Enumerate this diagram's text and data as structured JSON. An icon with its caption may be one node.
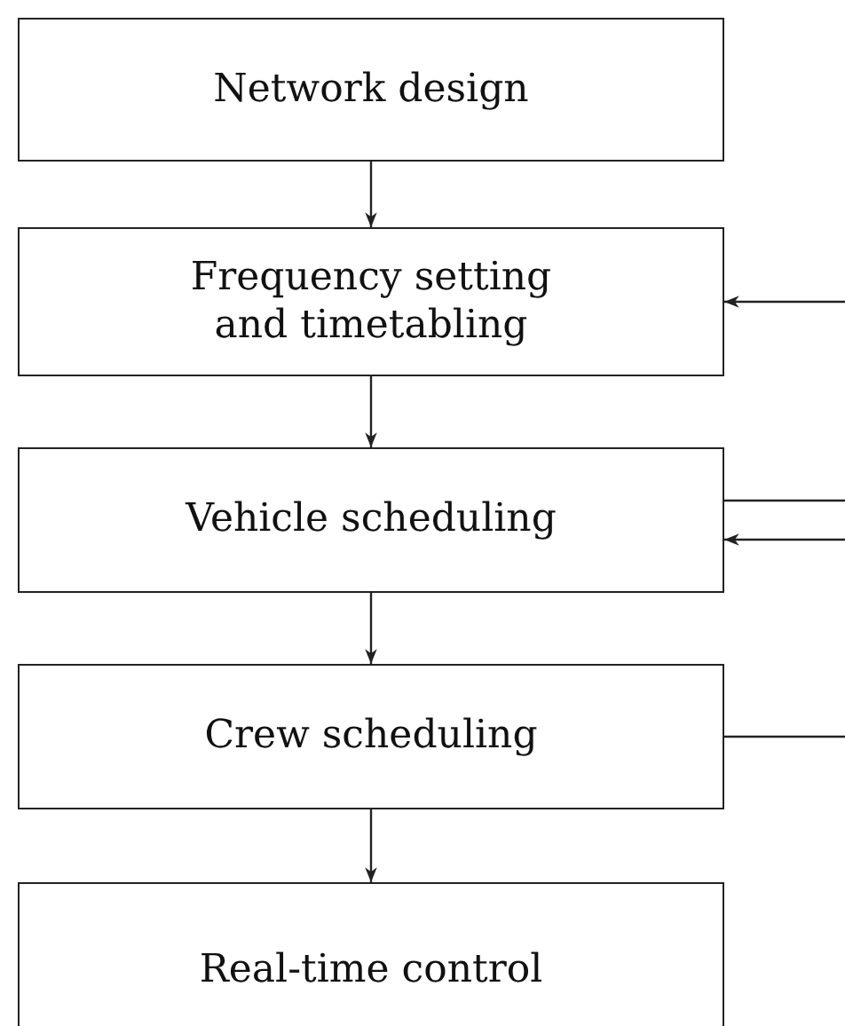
{
  "diagram": {
    "nodes": [
      {
        "text": [
          "Network design"
        ]
      },
      {
        "text": [
          "Frequency setting and timetabling"
        ]
      },
      {
        "text": [
          "Vehicle scheduling"
        ]
      },
      {
        "text": [
          "Crew scheduling"
        ]
      },
      {
        "text": [
          "Real-time control"
        ]
      }
    ],
    "edges": [
      {
        "from": 0,
        "to": 1,
        "arrow": "to"
      },
      {
        "from": 1,
        "to": 2,
        "arrow": "to"
      },
      {
        "from": 2,
        "to": 3,
        "arrow": "to"
      },
      {
        "from": 3,
        "to": 4,
        "arrow": "to"
      },
      {
        "from": null,
        "to": 1,
        "arrow": "to"
      },
      {
        "from": 2,
        "to": null,
        "arrow": "none"
      },
      {
        "from": null,
        "to": 2,
        "arrow": "to"
      },
      {
        "from": 3,
        "to": null,
        "arrow": "none"
      }
    ]
  }
}
